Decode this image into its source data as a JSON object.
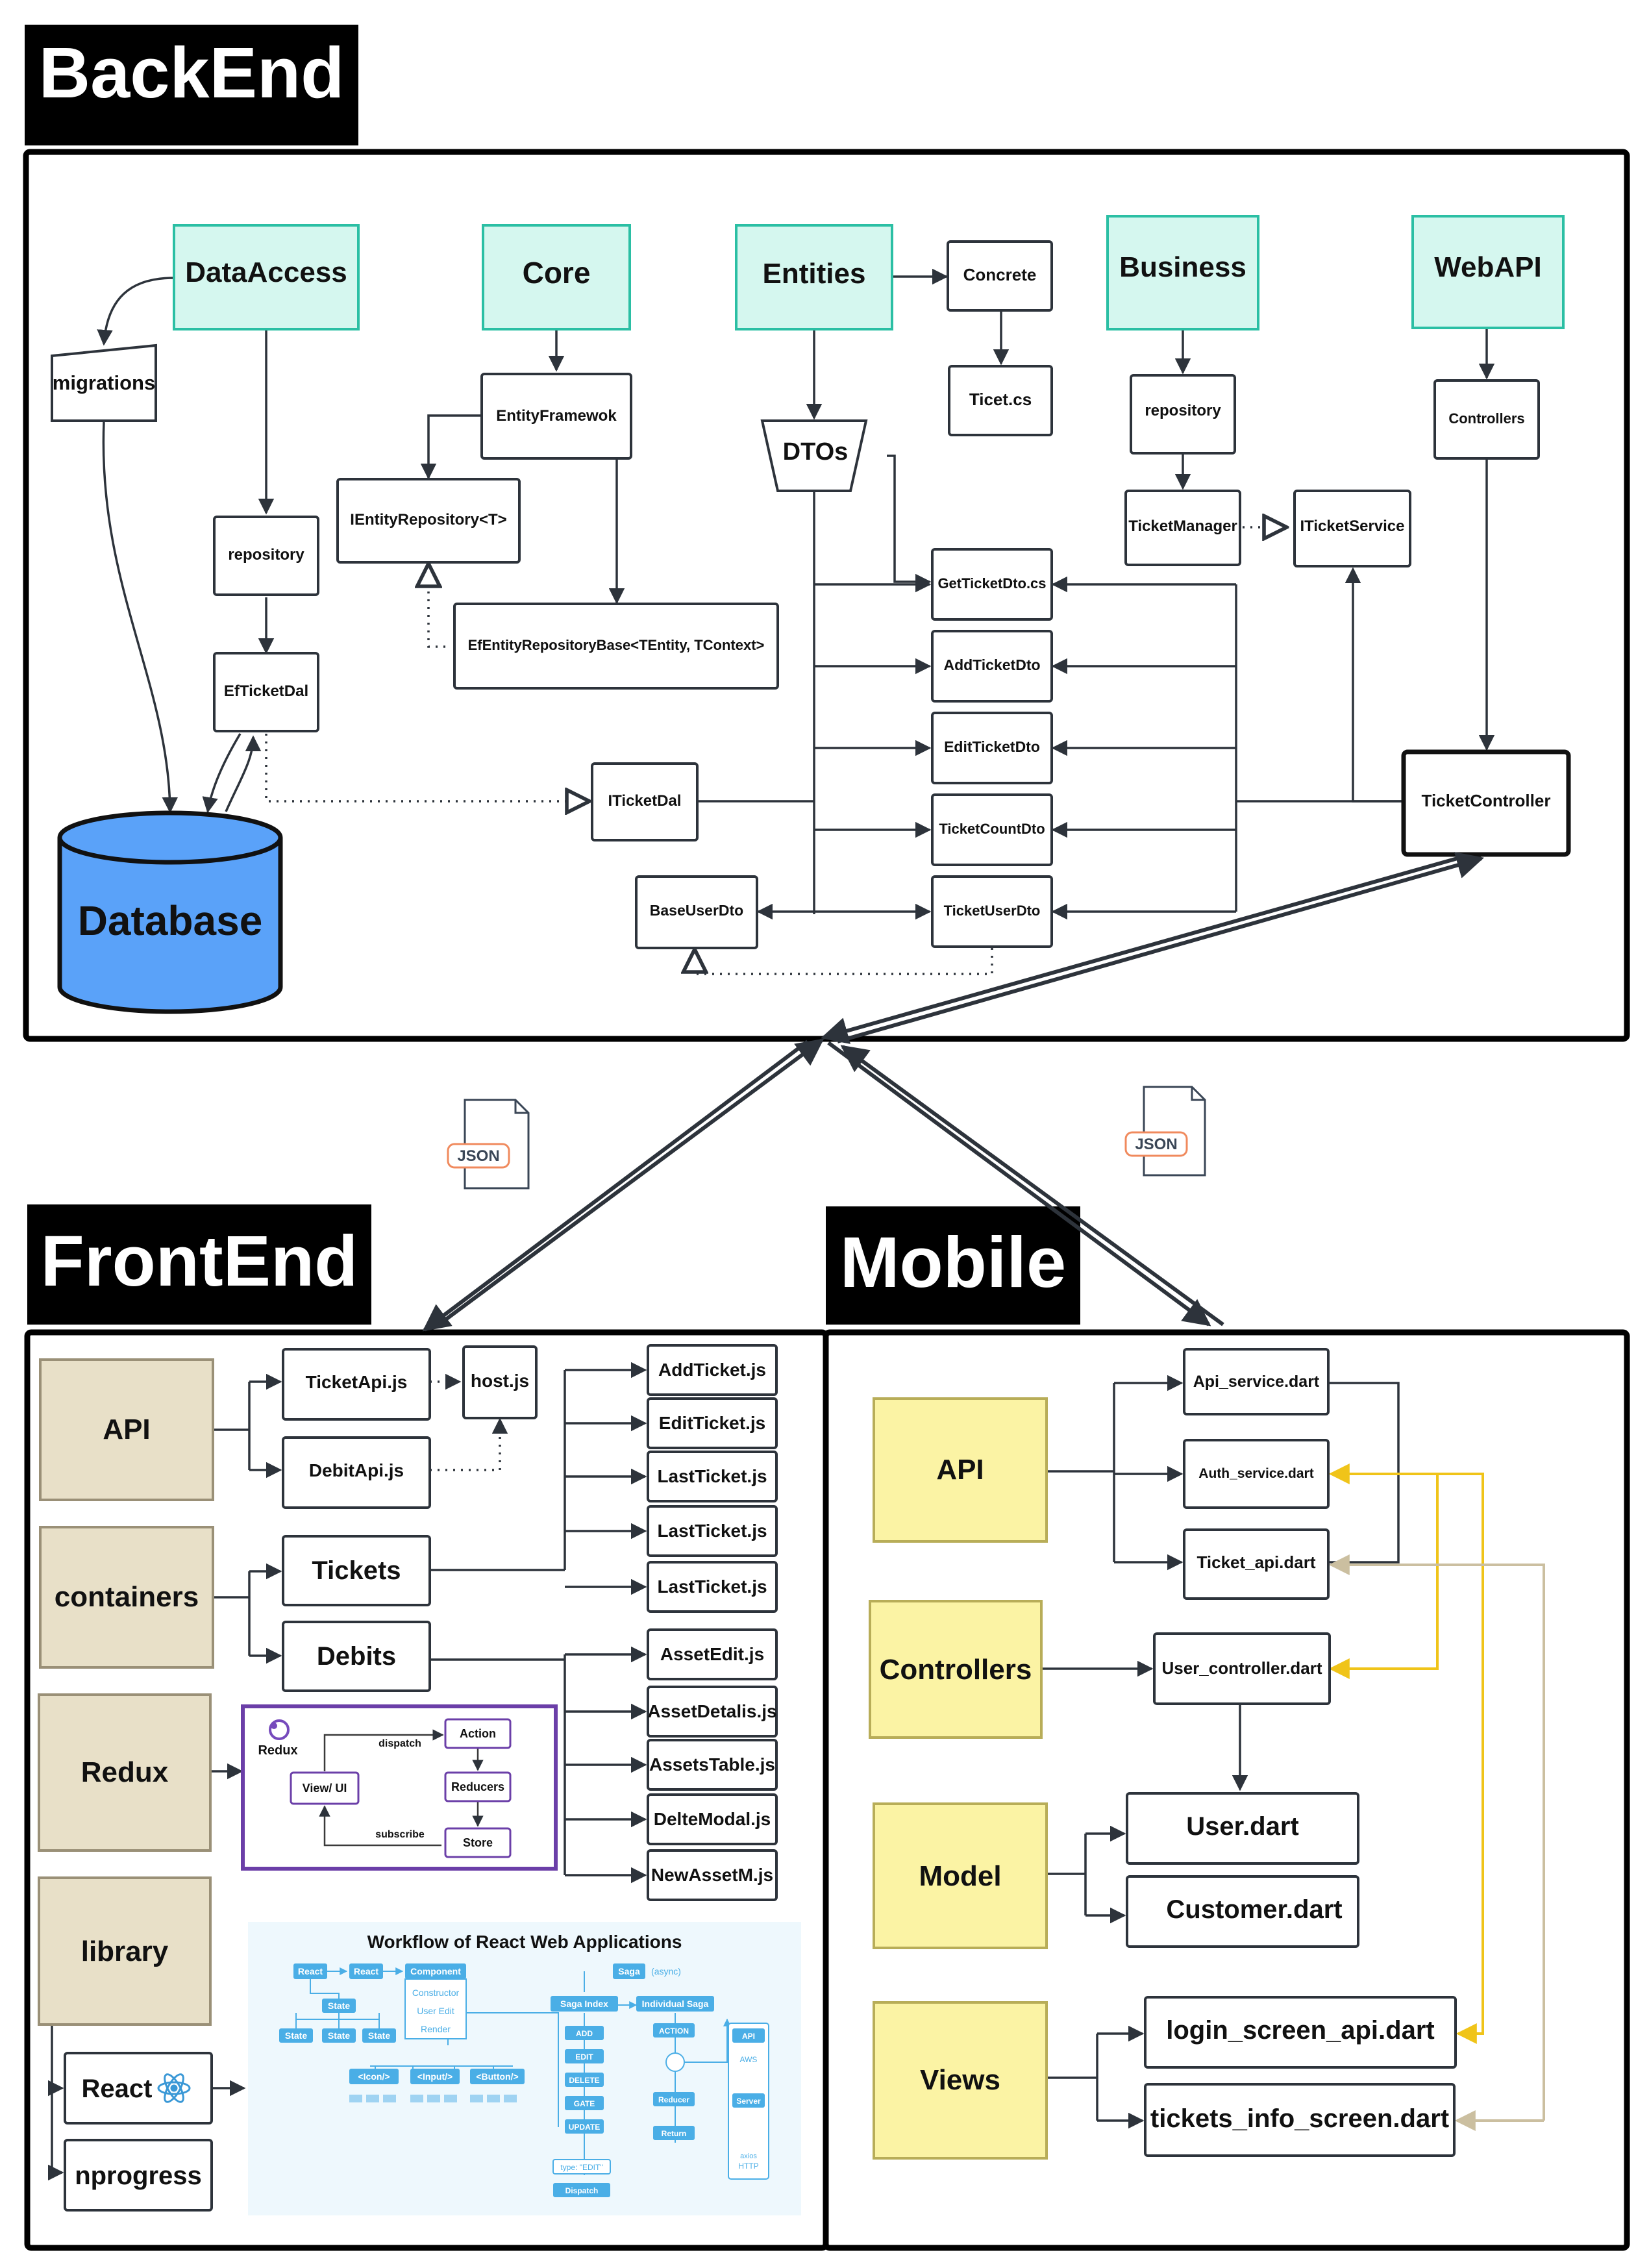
{
  "colors": {
    "teal_fill": "#d5f7ef",
    "teal_stroke": "#2bbfa4",
    "tan_fill": "#e8e0c8",
    "tan_stroke": "#9a9077",
    "yellow_fill": "#fbf3a4",
    "yellow_stroke": "#b8ad58",
    "database_fill": "#5aa2f9",
    "line": "#2d333b",
    "auth_line": "#f0c419",
    "ticket_api_line": "#cbbfa0",
    "redux_border": "#6b3fa8",
    "workflow_bg": "#eef8fd",
    "workflow_blue": "#4aaee6"
  },
  "sections": {
    "backend": "BackEnd",
    "frontend": "FrontEnd",
    "mobile": "Mobile"
  },
  "backend": {
    "modules": {
      "data_access": "DataAccess",
      "core": "Core",
      "entities": "Entities",
      "business": "Business",
      "webapi": "WebAPI"
    },
    "nodes": {
      "migrations": "migrations",
      "repository_dal": "repository",
      "ef_ticket_dal": "EfTicketDal",
      "database": "Database",
      "entity_framework": "EntityFramewok",
      "ientity_repository": "IEntityRepository<T>",
      "ef_entity_repository_base": "EfEntityRepositoryBase<TEntity, TContext>",
      "iticket_dal": "ITicketDal",
      "concrete": "Concrete",
      "ticet_cs": "Ticet.cs",
      "dtos": "DTOs",
      "get_ticket_dto": "GetTicketDto.cs",
      "add_ticket_dto": "AddTicketDto",
      "edit_ticket_dto": "EditTicketDto",
      "ticket_count_dto": "TicketCountDto",
      "ticket_user_dto": "TicketUserDto",
      "base_user_dto": "BaseUserDto",
      "repository_business": "repository",
      "ticket_manager": "TicketManager",
      "iticket_service": "ITicketService",
      "controllers": "Controllers",
      "ticket_controller": "TicketController"
    }
  },
  "json_icons": [
    "JSON",
    "JSON"
  ],
  "frontend": {
    "categories": {
      "api": "API",
      "containers": "containers",
      "redux": "Redux",
      "library": "library"
    },
    "api_files": {
      "ticket_api": "TicketApi.js",
      "debit_api": "DebitApi.js",
      "host": "host.js"
    },
    "containers": {
      "tickets": "Tickets",
      "debits": "Debits"
    },
    "ticket_files": [
      "AddTicket.js",
      "EditTicket.js",
      "LastTicket.js",
      "LastTicket.js",
      "LastTicket.js"
    ],
    "debit_files": [
      "AssetEdit.js",
      "AssetDetalis.js",
      "AssetsTable.js",
      "DelteModal.js",
      "NewAssetM.js"
    ],
    "libraries": {
      "react": "React",
      "nprogress": "nprogress"
    },
    "redux_diagram": {
      "logo": "Redux",
      "view": "View/ UI",
      "action": "Action",
      "reducers": "Reducers",
      "store": "Store",
      "dispatch": "dispatch",
      "subscribe": "subscribe"
    },
    "workflow": {
      "title": "Workflow of React Web Applications",
      "react_1": "React",
      "react_2": "React",
      "component": "Component",
      "state": "State",
      "state_children": [
        "State",
        "State",
        "State"
      ],
      "constructor": "Constructor",
      "user_edit": "User Edit",
      "render": "Render",
      "icon_tag": "<Icon/>",
      "input_tag": "<Input/>",
      "button_tag": "<Button/>",
      "saga": "Saga",
      "async": "(async)",
      "saga_index": "Saga Index",
      "individual_saga": "Individual Saga",
      "actions": [
        "ADD",
        "EDIT",
        "DELETE",
        "GATE",
        "UPDATE"
      ],
      "type_edit": "type: \"EDIT\"",
      "dispatch": "Dispatch",
      "action": "ACTION",
      "reducer": "Reducer",
      "return": "Return",
      "api": "API",
      "aws": "AWS",
      "server": "Server",
      "axios": "axios",
      "http": "HTTP"
    }
  },
  "mobile": {
    "categories": {
      "api": "API",
      "controllers": "Controllers",
      "model": "Model",
      "views": "Views"
    },
    "files": {
      "api_service": "Api_service.dart",
      "auth_service": "Auth_service.dart",
      "ticket_api": "Ticket_api.dart",
      "user_controller": "User_controller.dart",
      "user": "User.dart",
      "customer": "Customer.dart",
      "login_screen_api": "login_screen_api.dart",
      "tickets_info_screen": "tickets_info_screen.dart"
    }
  }
}
